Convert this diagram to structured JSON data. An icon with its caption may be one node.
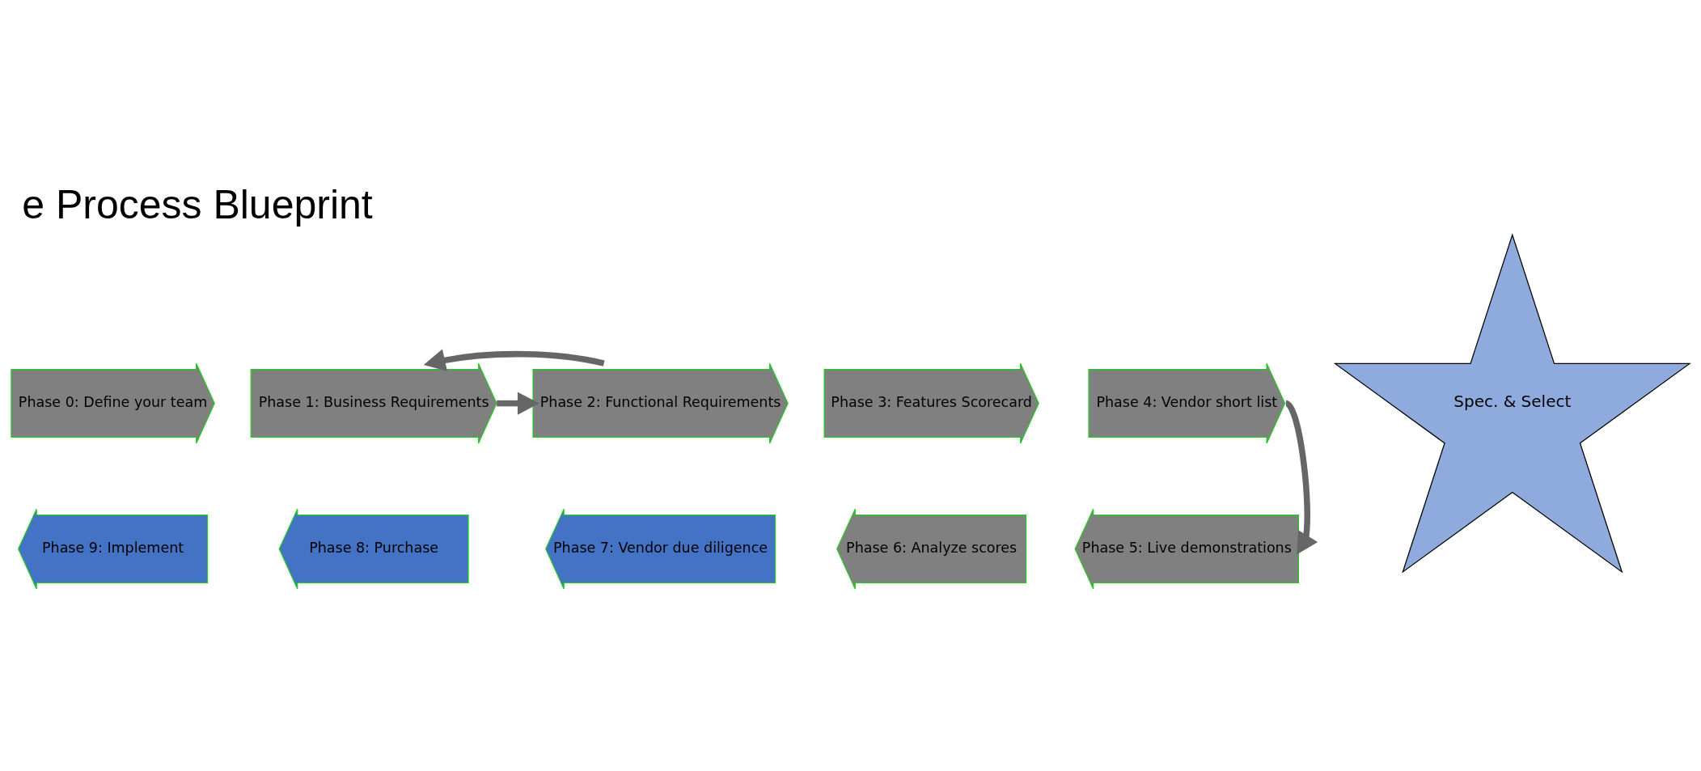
{
  "diagram": {
    "title": "e Process Blueprint",
    "nodes": [
      {
        "text": [
          "Phase 0: Define your team"
        ]
      },
      {
        "text": [
          "Phase 1: Business Requirements"
        ]
      },
      {
        "text": [
          "Phase 2: Functional Requirements"
        ]
      },
      {
        "text": [
          "Phase 3: Features Scorecard"
        ]
      },
      {
        "text": [
          "Phase 4: Vendor short list"
        ]
      },
      {
        "text": [
          "Phase 5: Live demonstrations"
        ]
      },
      {
        "text": [
          "Phase 6: Analyze scores"
        ]
      },
      {
        "text": [
          "Phase 7: Vendor due diligence"
        ]
      },
      {
        "text": [
          "Phase 8: Purchase"
        ]
      },
      {
        "text": [
          "Phase 9: Implement"
        ]
      },
      {
        "text": [
          "Spec. & Select"
        ]
      }
    ],
    "edges": [
      {
        "from": 1,
        "to": 2,
        "arrow": "to"
      },
      {
        "from": 2,
        "to": 1,
        "arrow": "to"
      },
      {
        "from": 4,
        "to": 5,
        "arrow": "to"
      }
    ]
  }
}
